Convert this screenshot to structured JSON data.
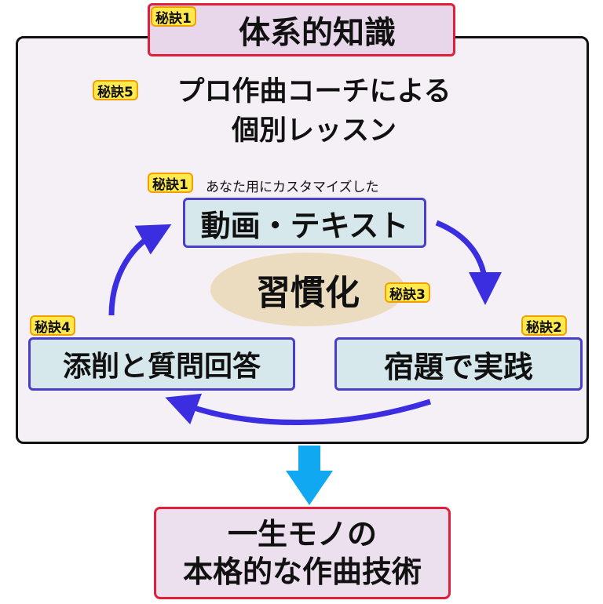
{
  "title": {
    "badge": "秘訣1",
    "text": "体系的知識"
  },
  "lesson": {
    "badge": "秘訣5",
    "line1": "プロ作曲コーチによる",
    "line2": "個別レッスン"
  },
  "video": {
    "badge": "秘訣1",
    "subtitle": "あなた用にカスタマイズした",
    "label": "動画・テキスト"
  },
  "habit": {
    "label": "習慣化",
    "badge": "秘訣3"
  },
  "homework": {
    "badge": "秘訣2",
    "label": "宿題で実践"
  },
  "review": {
    "badge": "秘訣4",
    "label": "添削と質問回答"
  },
  "result": {
    "line1": "一生モノの",
    "line2": "本格的な作曲技術"
  },
  "colors": {
    "cycle_arrow": "#3a2ee0",
    "down_arrow": "#10a8f0",
    "box_border": "#4a3ec8",
    "title_border": "#e0203a",
    "badge_fill": "#ffe94d"
  }
}
